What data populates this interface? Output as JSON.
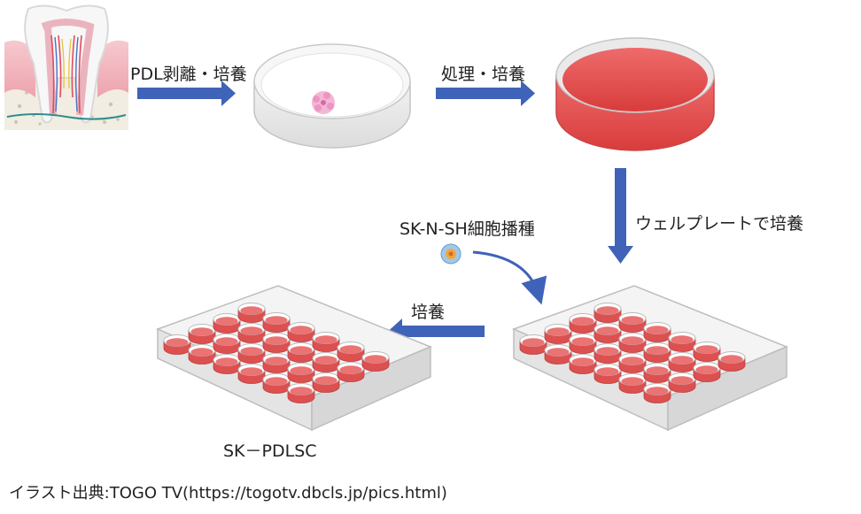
{
  "labels": {
    "step1": "PDL剥離・培養",
    "step2": "処理・培養",
    "step3": "ウェルプレートで培養",
    "seeding": "SK-N-SH細胞播種",
    "step4": "培養",
    "result": "SK－PDLSC"
  },
  "credit": "イラスト出典:TOGO TV(https://togotv.dbcls.jp/pics.html)",
  "icons": [
    "tooth-icon",
    "petri-dish-icon",
    "well-plate-icon",
    "cell-icon"
  ],
  "colors": {
    "arrow": "#3f63b8",
    "medium": "#e24a4a",
    "dish_rim": "#d8d8d8"
  }
}
